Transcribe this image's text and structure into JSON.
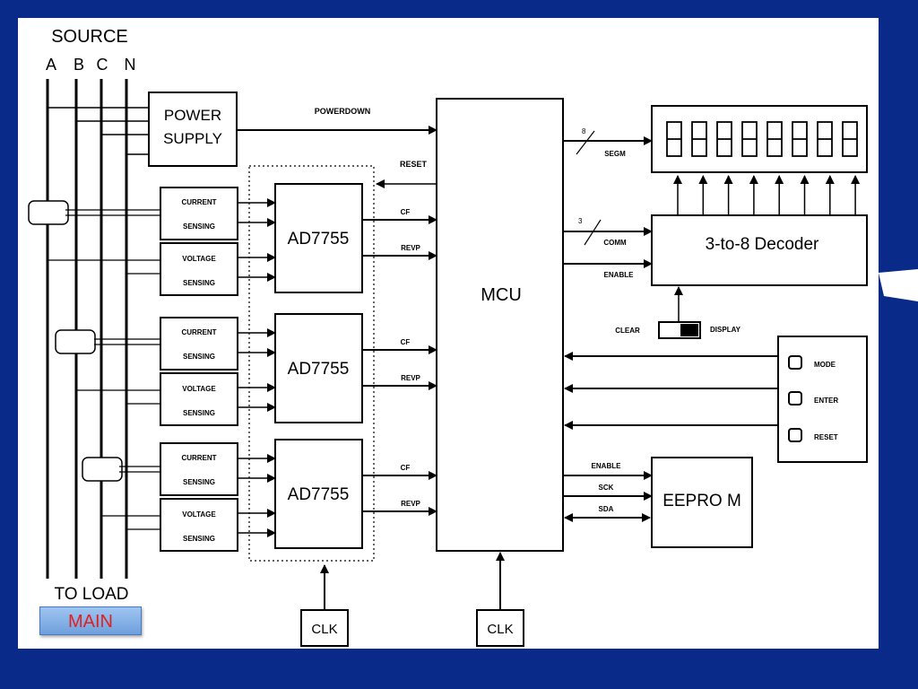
{
  "source": {
    "title": "SOURCE",
    "phases": [
      "A",
      "B",
      "C",
      "N"
    ]
  },
  "power_supply": {
    "line1": "POWER",
    "line2": "SUPPLY"
  },
  "powerdown_label": "POWERDOWN",
  "reset_label": "RESET",
  "sensing_blocks": [
    {
      "current": [
        "CURRENT",
        "SENSING"
      ],
      "voltage": [
        "VOLTAGE",
        "SENSING"
      ],
      "chip": "AD7755",
      "cf": "CF",
      "revp": "REVP"
    },
    {
      "current": [
        "CURRENT",
        "SENSING"
      ],
      "voltage": [
        "VOLTAGE",
        "SENSING"
      ],
      "chip": "AD7755",
      "cf": "CF",
      "revp": "REVP"
    },
    {
      "current": [
        "CURRENT",
        "SENSING"
      ],
      "voltage": [
        "VOLTAGE",
        "SENSING"
      ],
      "chip": "AD7755",
      "cf": "CF",
      "revp": "REVP"
    }
  ],
  "mcu": "MCU",
  "display": {
    "digits": "88888888",
    "bus_width": "8",
    "bus_label": "SEGM"
  },
  "decoder": {
    "label": "3-to-8 Decoder",
    "bus_width": "3",
    "bus_label": "COMM",
    "enable_label": "ENABLE"
  },
  "switch": {
    "left": "CLEAR",
    "right": "DISPLAY"
  },
  "keys": [
    "MODE",
    "ENTER",
    "RESET"
  ],
  "eeprom": {
    "label": "EEPRO M",
    "signals": [
      "ENABLE",
      "SCK",
      "SDA"
    ]
  },
  "clk_labels": [
    "CLK",
    "CLK"
  ],
  "load_label": "TO LOAD",
  "main_button": "MAIN",
  "colors": {
    "background": "#0a2a8a",
    "canvas": "#ffffff",
    "ink": "#000000",
    "button_text": "#e02020"
  }
}
